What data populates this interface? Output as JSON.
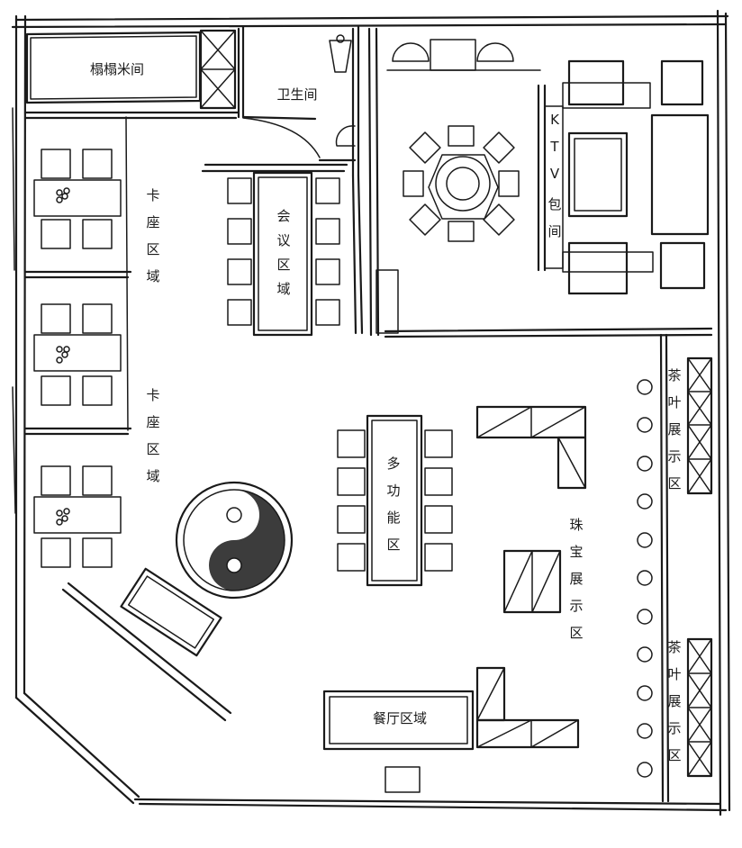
{
  "rooms": {
    "tatami_room": "榻榻米间",
    "restroom": "卫生间",
    "meeting_area": [
      "会",
      "议",
      "区",
      "域"
    ],
    "ktv_room": [
      "K",
      "T",
      "V",
      "包",
      "间"
    ],
    "booth_area_1": [
      "卡",
      "座",
      "区",
      "域"
    ],
    "booth_area_2": [
      "卡",
      "座",
      "区",
      "域"
    ],
    "multifunction_area": [
      "多",
      "功",
      "能",
      "区"
    ],
    "jewelry_display": [
      "珠",
      "宝",
      "展",
      "示",
      "区"
    ],
    "tea_display_1": [
      "茶",
      "叶",
      "展",
      "示",
      "区"
    ],
    "tea_display_2": [
      "茶",
      "叶",
      "展",
      "示",
      "区"
    ],
    "dining_area": "餐厅区域"
  }
}
